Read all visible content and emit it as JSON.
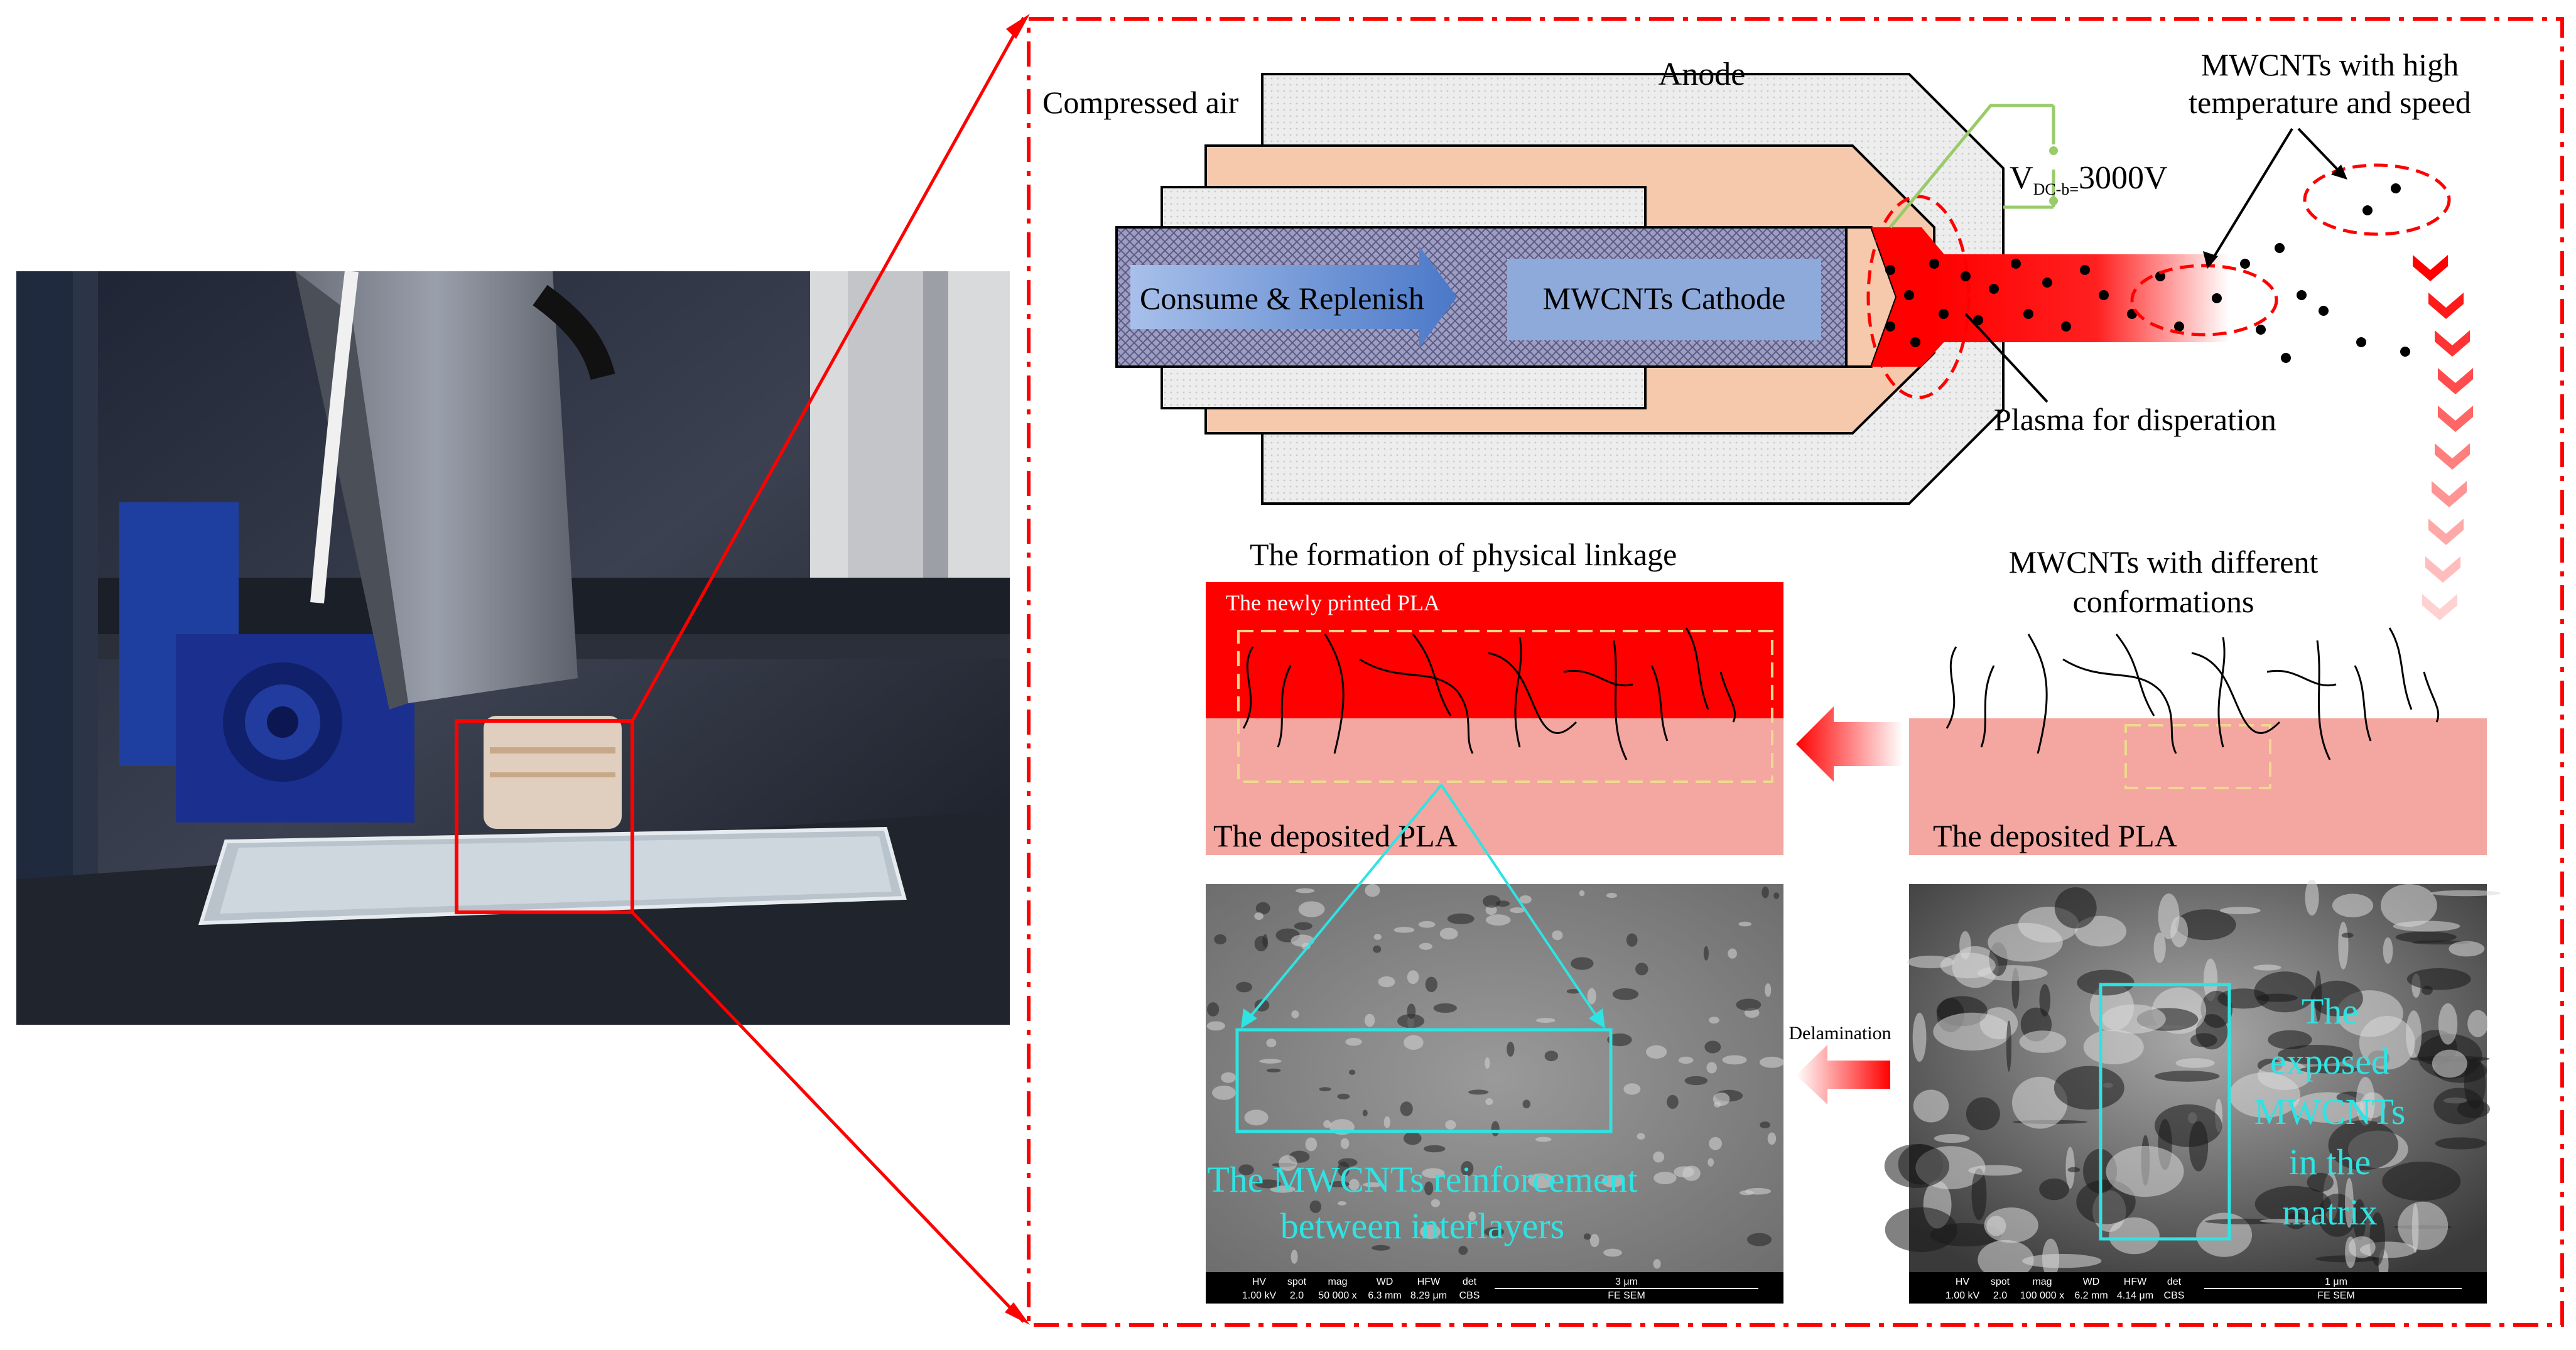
{
  "labels": {
    "anode": "Anode",
    "compressed_air": "Compressed air",
    "consume_replenish": "Consume & Replenish",
    "cathode": "MWCNTs Cathode",
    "voltage_main": "V",
    "voltage_sub": "DC-b=",
    "voltage_value": "3000V",
    "plasma": "Plasma for disperation",
    "mwcnts_high_line1": "MWCNTs with high",
    "mwcnts_high_line2": "temperature and speed",
    "formation": "The formation of physical linkage",
    "newly_printed": "The newly printed PLA",
    "deposited_left": "The deposited PLA",
    "mwcnts_diff_line1": "MWCNTs with different",
    "mwcnts_diff_line2": "conformations",
    "deposited_right": "The deposited PLA",
    "delamination": "Delamination",
    "reinforcement_line1": "The  MWCNTs reinforcement",
    "reinforcement_line2": "between interlayers",
    "exposed_1": "The",
    "exposed_2": "exposed",
    "exposed_3": "MWCNTs",
    "exposed_4": "in the",
    "exposed_5": "matrix"
  },
  "sem_left": {
    "hv_label": "HV",
    "hv_value": "1.00 kV",
    "spot_label": "spot",
    "spot_value": "2.0",
    "mag_label": "mag",
    "mag_value": "50 000 x",
    "wd_label": "WD",
    "wd_value": "6.3 mm",
    "hfw_label": "HFW",
    "hfw_value": "8.29 μm",
    "det_label": "det",
    "det_value": "CBS",
    "scale": "3 μm",
    "instrument": "FE SEM"
  },
  "sem_right": {
    "hv_label": "HV",
    "hv_value": "1.00 kV",
    "spot_label": "spot",
    "spot_value": "2.0",
    "mag_label": "mag",
    "mag_value": "100 000 x",
    "wd_label": "WD",
    "wd_value": "6.2 mm",
    "hfw_label": "HFW",
    "hfw_value": "4.14 μm",
    "det_label": "det",
    "det_value": "CBS",
    "scale": "1 μm",
    "instrument": "FE SEM"
  },
  "colors": {
    "red": "#ff0000",
    "salmon": "#f4a6a0",
    "peach": "#f6c9ad",
    "cathode": "#8eaadb",
    "cyan": "#2fe3e3",
    "plate": "#e9e9e9"
  }
}
